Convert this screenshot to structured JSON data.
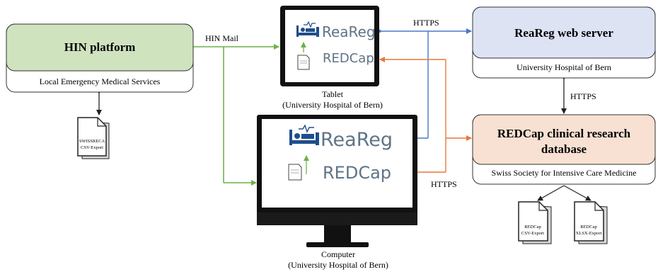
{
  "hin_platform": {
    "title": "HIN platform",
    "subtitle": "Local Emergency Medical Services"
  },
  "swissreca_doc": {
    "line1": "SWISSRECA",
    "line2": "CSV-Export"
  },
  "hin_mail_label": "HIN Mail",
  "tablet": {
    "app_reareg": "ReaReg",
    "app_redcap": "REDCap",
    "caption_line1": "Tablet",
    "caption_line2": "(University Hospital of Bern)"
  },
  "computer": {
    "app_reareg": "ReaReg",
    "app_redcap": "REDCap",
    "caption_line1": "Computer",
    "caption_line2": "(University Hospital of Bern)"
  },
  "reareg_server": {
    "title": "ReaReg web server",
    "subtitle": "University Hospital of Bern"
  },
  "redcap_db": {
    "title_line1": "REDCap clinical research",
    "title_line2": "database",
    "subtitle": "Swiss Society for Intensive Care Medicine"
  },
  "https_labels": {
    "top": "HTTPS",
    "middle": "HTTPS",
    "bottom": "HTTPS"
  },
  "redcap_csv_doc": {
    "line1": "REDCap",
    "line2": "CSV-Export"
  },
  "redcap_xlsx_doc": {
    "line1": "REDCap",
    "line2": "XLSX-Export"
  },
  "colors": {
    "hin_header": "#cfe3bf",
    "server_header": "#dde3f3",
    "redcap_header": "#f8e1d2",
    "green_line": "#6fb04a",
    "blue_line": "#4a78c8",
    "orange_line": "#e8773a",
    "app_blue": "#1f4e8c",
    "app_gray": "#5f7486"
  }
}
